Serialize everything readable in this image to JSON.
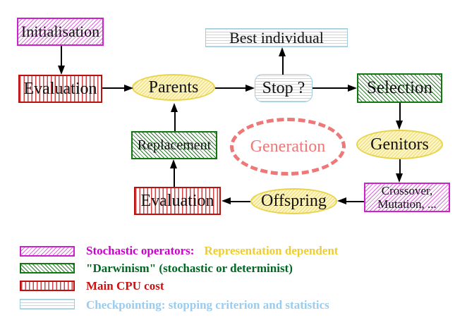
{
  "nodes": {
    "initialisation": {
      "label": "Initialisation"
    },
    "evaluation_top": {
      "label": "Evaluation"
    },
    "parents": {
      "label": "Parents"
    },
    "stop": {
      "label": "Stop ?"
    },
    "best_individual": {
      "label": "Best individual"
    },
    "selection": {
      "label": "Selection"
    },
    "genitors": {
      "label": "Genitors"
    },
    "crossover_mutation": {
      "line1": "Crossover,",
      "line2": "Mutation, ..."
    },
    "offspring": {
      "label": "Offspring"
    },
    "evaluation_bottom": {
      "label": "Evaluation"
    },
    "replacement": {
      "label": "Replacement"
    },
    "generation": {
      "label": "Generation"
    }
  },
  "edges": [
    {
      "from": "initialisation",
      "to": "evaluation_top"
    },
    {
      "from": "evaluation_top",
      "to": "parents"
    },
    {
      "from": "parents",
      "to": "stop"
    },
    {
      "from": "stop",
      "to": "best_individual"
    },
    {
      "from": "stop",
      "to": "selection"
    },
    {
      "from": "selection",
      "to": "genitors"
    },
    {
      "from": "genitors",
      "to": "crossover_mutation"
    },
    {
      "from": "crossover_mutation",
      "to": "offspring"
    },
    {
      "from": "offspring",
      "to": "evaluation_bottom"
    },
    {
      "from": "evaluation_bottom",
      "to": "replacement"
    },
    {
      "from": "replacement",
      "to": "parents"
    }
  ],
  "legend": {
    "items": [
      {
        "swatch": "magenta-diagonal-hatch",
        "label": "Stochastic operators:",
        "label_suffix": "Representation dependent",
        "label_color": "#cc00cc",
        "suffix_color": "#eecc33"
      },
      {
        "swatch": "green-diagonal-hatch",
        "label": "\"Darwinism\" (stochastic or determinist)",
        "label_color": "#006622"
      },
      {
        "swatch": "red-vertical-stripes",
        "label": "Main CPU cost",
        "label_color": "#cc1111"
      },
      {
        "swatch": "cyan-horizontal-stripes",
        "label": "Checkpointing: stopping criterion and statistics",
        "label_color": "#99ccee"
      }
    ]
  },
  "colors": {
    "magenta_border": "#cc22cc",
    "magenta_hatch": "#dd66dd",
    "green_border": "#117711",
    "green_hatch": "#2d7a2d",
    "red_border": "#bb1111",
    "red_stripe": "#cc4444",
    "cyan_border": "#9fccdd",
    "cyan_stripe": "#b8dcea",
    "yellow_border": "#e8d44c",
    "yellow_fill": "#fbf5c0",
    "salmon_loop": "#ee7777",
    "arrow": "#000000",
    "background": "#ffffff"
  }
}
